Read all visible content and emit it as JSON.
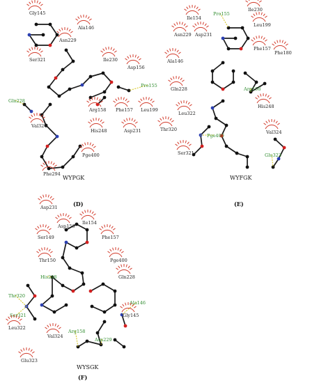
{
  "panels": [
    {
      "letter": "(D)",
      "name": "WYPGK",
      "residues": [
        "Gly145",
        "Ala146",
        "Asn229",
        "Ser321",
        "Ile230",
        "Asp156",
        "Pro155",
        "Gln228",
        "Arg158",
        "Phe157",
        "Leu199",
        "Val324",
        "His248",
        "Asp231",
        "Pge400",
        "Phe294"
      ],
      "hbond_residues": [
        "Pro155",
        "Gln228"
      ]
    },
    {
      "letter": "(E)",
      "name": "WYFGK",
      "residues": [
        "Ile154",
        "Pro155",
        "Ile230",
        "Asn229",
        "Asp231",
        "Leu199",
        "Phe157",
        "Phe180",
        "Ala146",
        "Arg158",
        "Gln228",
        "His248",
        "Leu322",
        "Thr320",
        "Pge400",
        "Val324",
        "Ser321",
        "Glu323"
      ],
      "hbond_residues": [
        "Pro155",
        "Arg158",
        "Pge400",
        "Glu323"
      ]
    },
    {
      "letter": "(F)",
      "name": "WYSGK",
      "residues": [
        "Asp231",
        "Asp156",
        "Ile154",
        "Ser149",
        "Phe157",
        "Thr150",
        "Pge400",
        "His248",
        "Gln228",
        "Thr320",
        "Ala146",
        "Ser321",
        "Gly145",
        "Leu322",
        "Val324",
        "Arg158",
        "Asn229",
        "Glu323"
      ],
      "hbond_residues": [
        "His248",
        "Thr320",
        "Ser321",
        "Ala146",
        "Arg158",
        "Asn229"
      ]
    }
  ]
}
